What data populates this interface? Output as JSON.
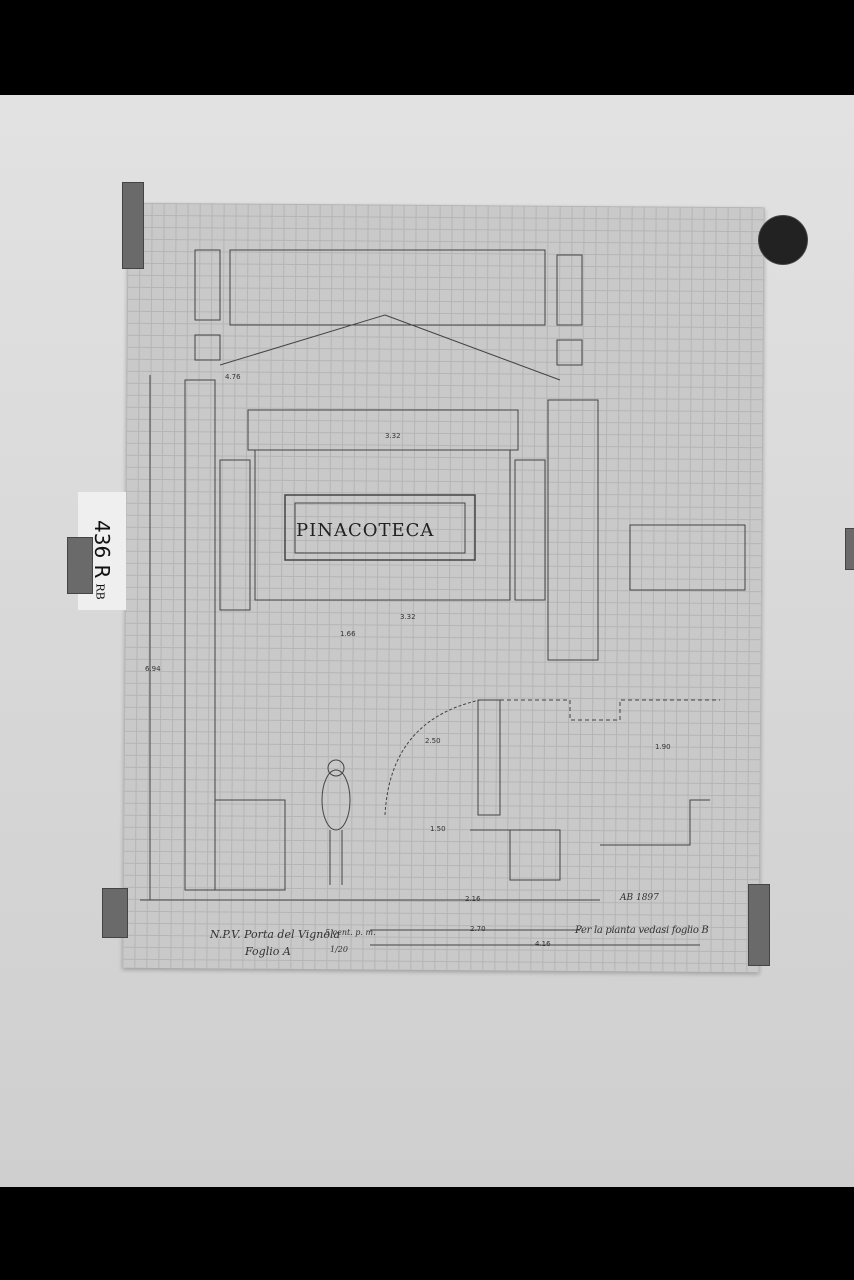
{
  "tag": {
    "number": "436 R",
    "initials": "RB"
  },
  "drawing": {
    "sign_text": "PINACOTECA",
    "title_note": "N.P.V. Porta del Vignola",
    "sheet": "Foglio A",
    "scale_note": "5 cent. p. m.",
    "scale_ratio": "1/20",
    "reference_note": "Per la pianta vedasi foglio B",
    "signature": "AB 1897",
    "dimensions": [
      "3.32",
      "1.66",
      "2.16",
      "4.16",
      "2.70",
      "1.50",
      "6.94",
      "2.50",
      "4.76",
      "1.90",
      "3.32"
    ]
  }
}
